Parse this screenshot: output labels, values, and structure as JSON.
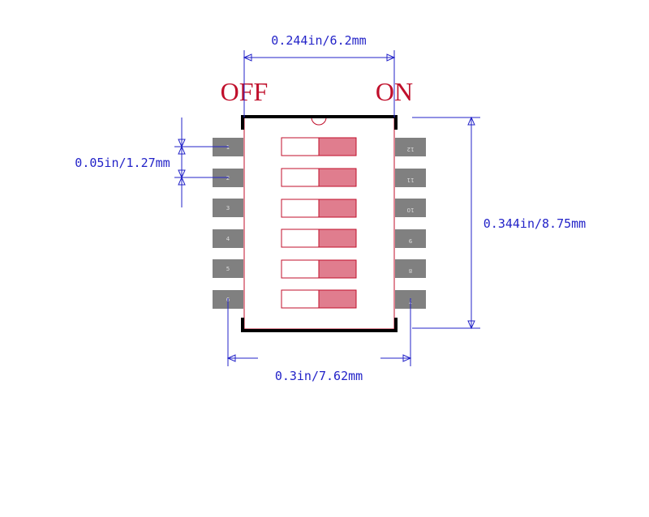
{
  "labels": {
    "off": "OFF",
    "on": "ON"
  },
  "dimensions": {
    "body_width": "0.244in/6.2mm",
    "pitch": "0.05in/1.27mm",
    "body_height": "0.344in/8.75mm",
    "lead_span": "0.3in/7.62mm"
  },
  "pins": {
    "left": [
      "1",
      "2",
      "3",
      "4",
      "5",
      "6"
    ],
    "right": [
      "12",
      "11",
      "10",
      "9",
      "8",
      "7"
    ]
  },
  "switch_count": 6,
  "colors": {
    "dimension": "#2323c8",
    "outline": "#c00f2b",
    "pad": "#808080",
    "slider_fill": "#e07d8e",
    "frame": "#000000"
  }
}
